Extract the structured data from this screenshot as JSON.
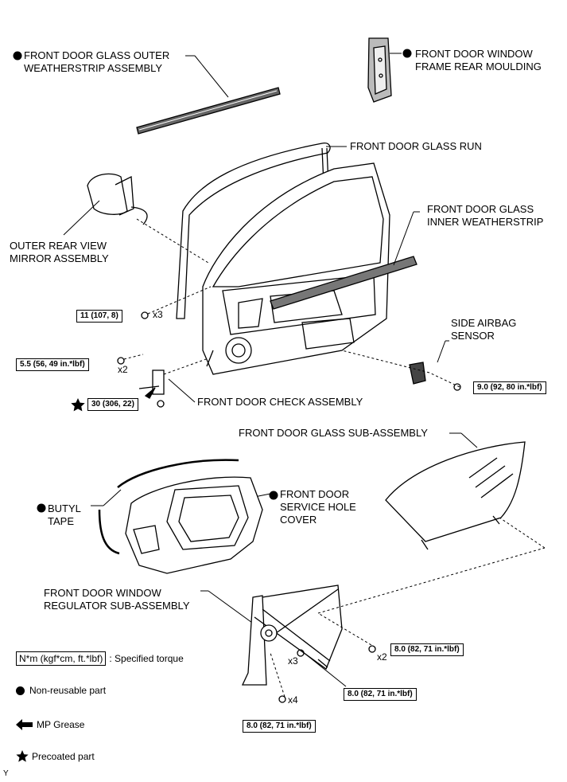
{
  "labels": {
    "outer_weatherstrip": "FRONT DOOR GLASS OUTER\nWEATHERSTRIP ASSEMBLY",
    "rear_moulding": "FRONT DOOR WINDOW\nFRAME REAR MOULDING",
    "glass_run": "FRONT DOOR GLASS RUN",
    "inner_weatherstrip": "FRONT DOOR GLASS\nINNER WEATHERSTRIP",
    "mirror": "OUTER REAR VIEW\nMIRROR ASSEMBLY",
    "airbag_sensor": "SIDE AIRBAG\nSENSOR",
    "check_assembly": "FRONT DOOR CHECK ASSEMBLY",
    "glass_sub": "FRONT DOOR GLASS SUB-ASSEMBLY",
    "butyl_tape": "BUTYL\nTAPE",
    "service_hole": "FRONT DOOR\nSERVICE HOLE\nCOVER",
    "regulator": "FRONT DOOR WINDOW\nREGULATOR SUB-ASSEMBLY"
  },
  "torques": {
    "t1": "11 (107, 8)",
    "t2": "5.5 (56, 49 in.*lbf)",
    "t3": "30 (306, 22)",
    "t4": "9.0 (92, 80 in.*lbf)",
    "t5": "8.0 (82, 71 in.*lbf)",
    "t6": "8.0 (82, 71 in.*lbf)",
    "t7": "8.0 (82, 71 in.*lbf)"
  },
  "multipliers": {
    "m1": "x3",
    "m2": "x2",
    "m3": "x2",
    "m4": "x3",
    "m5": "x4"
  },
  "legend": {
    "torque_box": "N*m (kgf*cm, ft.*lbf)",
    "torque_text": ": Specified torque",
    "nonreusable": "Non-reusable part",
    "grease": "MP Grease",
    "precoated": "Precoated part"
  },
  "corner_code": "Y"
}
